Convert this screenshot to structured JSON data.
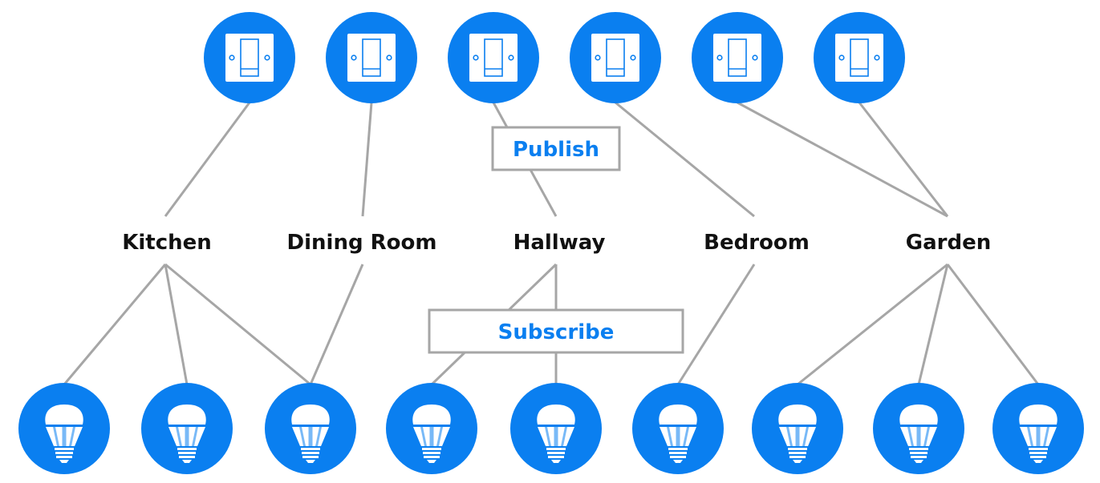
{
  "colors": {
    "accent": "#0a7ff0",
    "connector": "#a6a6a6",
    "text": "#111111",
    "icon_fill": "#ffffff"
  },
  "icons": {
    "switch": "light-switch-icon",
    "bulb": "light-bulb-icon"
  },
  "labels": {
    "publish": "Publish",
    "subscribe": "Subscribe"
  },
  "rooms": [
    {
      "id": "kitchen",
      "label": "Kitchen"
    },
    {
      "id": "dining",
      "label": "Dining Room"
    },
    {
      "id": "hallway",
      "label": "Hallway"
    },
    {
      "id": "bedroom",
      "label": "Bedroom"
    },
    {
      "id": "garden",
      "label": "Garden"
    }
  ],
  "switches": [
    {
      "id": "switch-1",
      "room": "kitchen"
    },
    {
      "id": "switch-2",
      "room": "dining"
    },
    {
      "id": "switch-3",
      "room": "hallway"
    },
    {
      "id": "switch-4",
      "room": "bedroom"
    },
    {
      "id": "switch-5",
      "room": "garden"
    },
    {
      "id": "switch-6",
      "room": "garden"
    }
  ],
  "bulbs": [
    {
      "id": "bulb-1",
      "rooms": [
        "kitchen"
      ]
    },
    {
      "id": "bulb-2",
      "rooms": [
        "kitchen"
      ]
    },
    {
      "id": "bulb-3",
      "rooms": [
        "kitchen",
        "dining"
      ]
    },
    {
      "id": "bulb-4",
      "rooms": [
        "hallway"
      ]
    },
    {
      "id": "bulb-5",
      "rooms": [
        "hallway"
      ]
    },
    {
      "id": "bulb-6",
      "rooms": [
        "bedroom"
      ]
    },
    {
      "id": "bulb-7",
      "rooms": [
        "garden"
      ]
    },
    {
      "id": "bulb-8",
      "rooms": [
        "garden"
      ]
    },
    {
      "id": "bulb-9",
      "rooms": [
        "garden"
      ]
    }
  ]
}
